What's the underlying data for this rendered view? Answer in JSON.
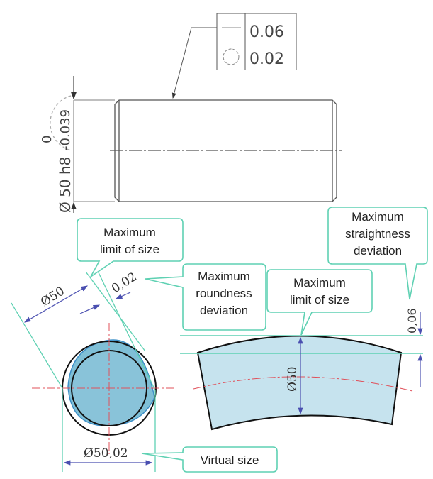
{
  "drawing": {
    "fcf": {
      "straightness_value": "0.06",
      "roundness_value": "0.02"
    },
    "dimension": {
      "nominal": "Ø 50 h8",
      "upper": "0",
      "lower": "-0.039"
    }
  },
  "annotations": {
    "max_limit_left": {
      "line1": "Maximum",
      "line2": "limit of size"
    },
    "roundness": {
      "line1": "Maximum",
      "line2": "roundness",
      "line3": "deviation"
    },
    "max_limit_right": {
      "line1": "Maximum",
      "line2": "limit of size"
    },
    "straightness": {
      "line1": "Maximum",
      "line2": "straightness",
      "line3": "deviation"
    },
    "virtual": {
      "line1": "Virtual size"
    }
  },
  "dims": {
    "d50_left": "Ø50",
    "d002": "0,02",
    "d5002": "Ø50,02",
    "d50_right": "Ø50",
    "d006": "0,06"
  },
  "colors": {
    "green": "#5fd1b3",
    "blue": "#4a4fb0",
    "red": "#e0505a",
    "fill": "#c6e3ee"
  }
}
